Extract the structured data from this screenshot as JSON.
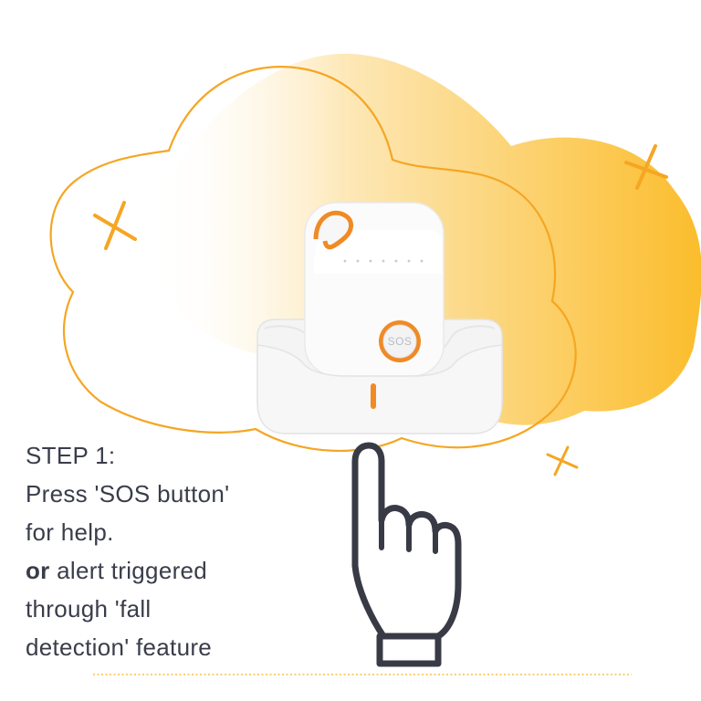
{
  "step": {
    "heading": "STEP 1:",
    "line1": "Press 'SOS button'",
    "line2": "for help.",
    "or_word": "or",
    "line3_rest": " alert triggered",
    "line4": "through 'fall",
    "line5": "detection' feature"
  },
  "device": {
    "sos_label": "SOS"
  },
  "colors": {
    "accent": "#f5a623",
    "device_orange": "#f08a24",
    "text": "#3a3d4a"
  }
}
